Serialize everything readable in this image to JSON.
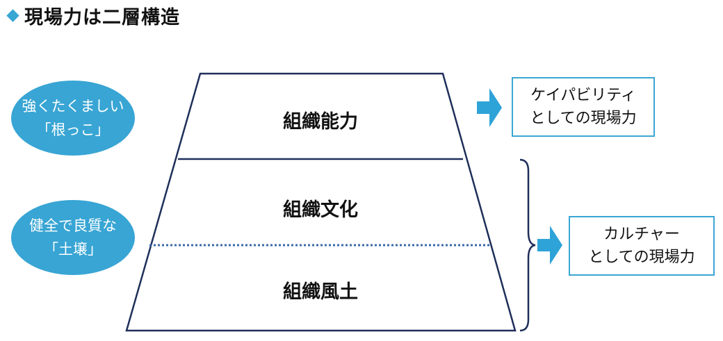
{
  "title": "現場力は二層構造",
  "ovals": [
    {
      "line1": "強くたくましい",
      "line2": "「根っこ」"
    },
    {
      "line1": "健全で良質な",
      "line2": "「土壌」"
    }
  ],
  "layers": [
    "組織能力",
    "組織文化",
    "組織風土"
  ],
  "boxes": [
    {
      "line1": "ケイパビリティ",
      "line2": "としての現場力"
    },
    {
      "line1": "カルチャー",
      "line2": "としての現場力"
    }
  ],
  "colors": {
    "accent": "#38a5d4",
    "border": "#3aa6d4",
    "line": "#1f2f5a"
  },
  "icons": [
    "diamond-bullet-icon",
    "arrow-right-icon",
    "curly-brace-icon"
  ]
}
